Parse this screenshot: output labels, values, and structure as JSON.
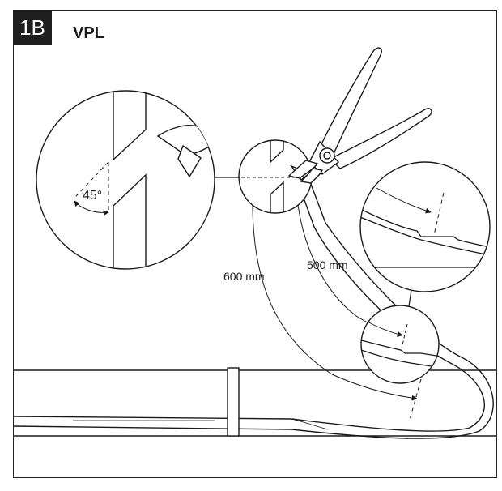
{
  "header": {
    "step": "1B",
    "product": "VPL"
  },
  "labels": {
    "angle": "45°",
    "length_long": "600 mm",
    "length_short": "500 mm"
  },
  "colors": {
    "line": "#1a1a1a",
    "badge": "#1e1e1e",
    "background": "#ffffff"
  }
}
